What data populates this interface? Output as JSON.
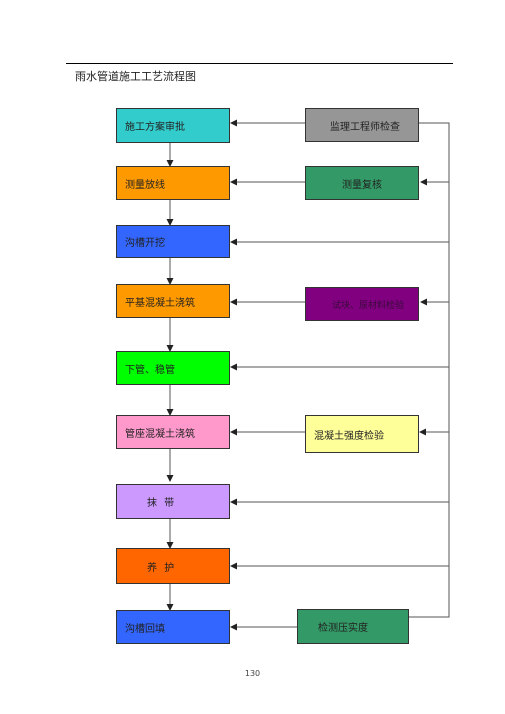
{
  "page": {
    "title": "雨水管道施工工艺流程图",
    "page_number": "130"
  },
  "steps": [
    {
      "id": "s1",
      "label": "施工方案审批",
      "color": "#33CCCC"
    },
    {
      "id": "s2",
      "label": "测量放线",
      "color": "#FF9900"
    },
    {
      "id": "s3",
      "label": "沟槽开挖",
      "color": "#3366FF"
    },
    {
      "id": "s4",
      "label": "平基混凝土浇筑",
      "color": "#FF9900"
    },
    {
      "id": "s5",
      "label": "下管、稳管",
      "color": "#00FF00"
    },
    {
      "id": "s6",
      "label": "管座混凝土浇筑",
      "color": "#FF99CC"
    },
    {
      "id": "s7",
      "label": "抹 带",
      "color": "#CC99FF"
    },
    {
      "id": "s8",
      "label": "养 护",
      "color": "#FF6600"
    },
    {
      "id": "s9",
      "label": "沟槽回填",
      "color": "#3366FF"
    }
  ],
  "checks": [
    {
      "id": "c1",
      "label": "监理工程师检查",
      "color": "#969696"
    },
    {
      "id": "c2",
      "label": "测量复核",
      "color": "#339966"
    },
    {
      "id": "c3",
      "label": "试块、原材料检验",
      "color": "#800080"
    },
    {
      "id": "c4",
      "label": "混凝土强度检验",
      "color": "#FFFF99"
    },
    {
      "id": "c5",
      "label": "检测压实度",
      "color": "#339966"
    }
  ]
}
